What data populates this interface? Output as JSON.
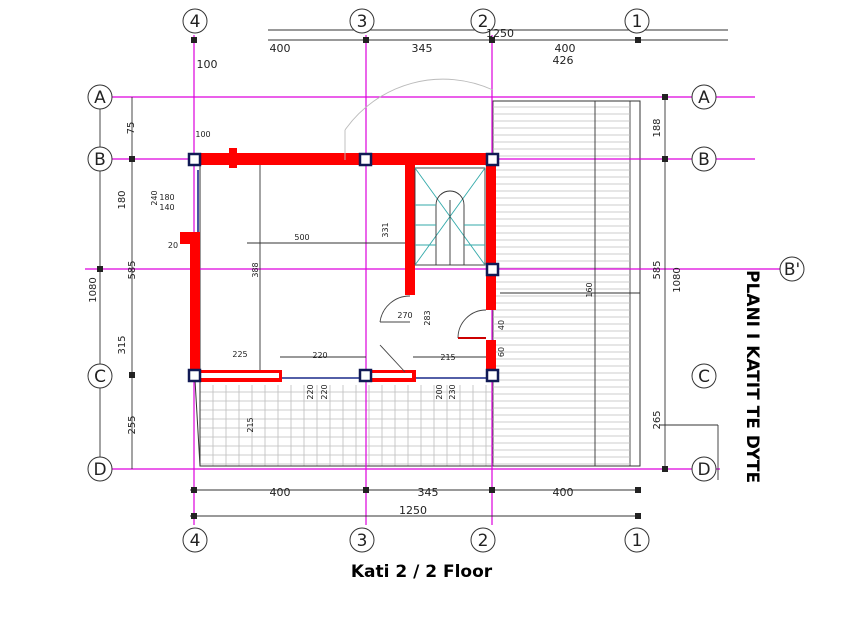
{
  "grid": {
    "columns": [
      "4",
      "3",
      "2",
      "1"
    ],
    "rows": [
      "A",
      "B",
      "B'",
      "C",
      "D"
    ]
  },
  "dimensions": {
    "top_segments": [
      "400",
      "345",
      "400"
    ],
    "top_total": "1250",
    "top_extra": [
      "426",
      "100"
    ],
    "bottom_segments": [
      "400",
      "345",
      "400"
    ],
    "bottom_total": "1250",
    "left_outer": [
      "75",
      "180",
      "585",
      "315",
      "255"
    ],
    "left_total": "1080",
    "left_inner": [
      "240",
      "180",
      "140",
      "20"
    ],
    "right_outer": [
      "188",
      "585",
      "265"
    ],
    "right_total": "1080",
    "interior": [
      "500",
      "388",
      "331",
      "100",
      "225",
      "220",
      "215",
      "283",
      "270",
      "220",
      "220",
      "200",
      "230",
      "215",
      "160",
      "40",
      "60"
    ]
  },
  "title_vertical": "PLANI I KATIT TE  DYTE",
  "caption": "Kati 2 / 2 Floor"
}
